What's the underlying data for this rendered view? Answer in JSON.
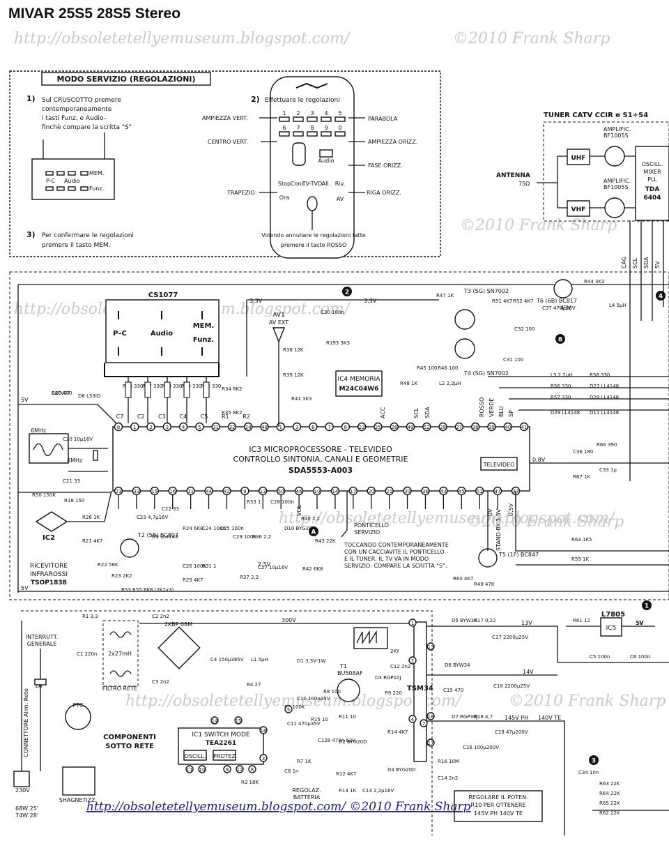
{
  "header": {
    "title": "MIVAR 25S5 28S5 Stereo"
  },
  "watermarks": [
    "http://obsoletetellyemuseum.blogspot.com/",
    "©2010 Frank Sharp"
  ],
  "service_box": {
    "heading": "MODO SERVIZIO (REGOLAZIONI)",
    "step1_num": "1)",
    "step1_lines": [
      "Sul CRUSCOTTO premere",
      "contemporaneamente",
      "i tasti Funz. e Audio–",
      "finchè compare la scritta \"S\""
    ],
    "panel_labels": [
      "P-C",
      "Audio",
      "MEM.",
      "Funz."
    ],
    "step3_num": "3)",
    "step3_lines": [
      "Per confermare le regolazioni",
      "premere il tasto MEM."
    ],
    "step2_num": "2)",
    "step2_text": "Effettuare le regolazioni",
    "left_adjust": [
      "AMPIEZZA VERT.",
      "CENTRO VERT.",
      "TRAPEZIO"
    ],
    "right_adjust": [
      "PARABOLA",
      "AMPIEZZA ORIZZ.",
      "FASE ORIZZ.",
      "RIGA ORIZZ."
    ],
    "remote_keys": [
      "1",
      "2",
      "3",
      "4",
      "5",
      "6",
      "7",
      "8",
      "9",
      "0"
    ],
    "remote_small": [
      "Audio",
      "Stop",
      "Ora",
      "Conc.",
      "TV-TVD",
      "All.",
      "Riv.",
      "AV"
    ],
    "cancel_lines": [
      "Volendo annullare le regolazioni fatte",
      "premere il tasto ROSSO"
    ]
  },
  "tuner": {
    "title": "TUNER CATV CCIR e S1÷S4",
    "antenna": [
      "ANTENNA",
      "75Ω"
    ],
    "bands": [
      "UHF",
      "VHF"
    ],
    "amp": [
      "AMPLIFIC.",
      "BF1005S"
    ],
    "mixer": [
      "OSCILL.",
      "MIXER",
      "PLL",
      "TDA",
      "6404"
    ],
    "pins": [
      "CAG",
      "SCL",
      "SDA",
      "5V"
    ]
  },
  "micro": {
    "ic3_lines": [
      "IC3  MICROPROCESSORE - TELEVIDEO",
      "CONTROLLO SINTONIA, CANALI E GEOMETRIE",
      "SDA5553-A003"
    ],
    "keyboard": {
      "name": "CS1077",
      "keys": [
        "P–C",
        "Audio",
        "MEM.",
        "Funz."
      ]
    },
    "ic4": [
      "IC4  MEMORIA",
      "M24C04W6"
    ],
    "televideo": "TELEVIDEO",
    "rails": [
      "5V",
      "3,3V",
      "3,3V",
      "5V"
    ],
    "ir": [
      "RICEVITORE",
      "INFRAROSSI",
      "TSOP1838"
    ],
    "ic2": "IC2",
    "xtal": [
      "6MHz",
      "6MHz"
    ],
    "av1": [
      "AV1",
      "AV EXT"
    ],
    "ponticello": [
      "PONTICELLO",
      "SERVIZIO"
    ],
    "service_note": [
      "TOCCANDO CONTEMPORANEAMENTE",
      "CON UN CACCIAVITE IL PONTICELLO",
      "E IL TUNER, IL TV VA IN MODO",
      "SERVIZIO: COMPARE LA SCRITTA \"S\"."
    ],
    "transistors": [
      "T3 (SG) SN7002",
      "T4 (SG) SN7002",
      "T5 (1F) BC847",
      "T6 (6B) BC817",
      "T2 (5B) BC807"
    ],
    "signals": [
      "ROSSO",
      "VERDE",
      "BLU",
      "SP",
      "SCL",
      "SDA",
      "ACC",
      "VOL",
      "STAND-BY 3,3V",
      "0V",
      "0,5V"
    ],
    "part_refs": [
      "R20 470",
      "D8 L53ID",
      "R25 330",
      "R27 330",
      "R28 330",
      "R30 330",
      "R32 330",
      "R34 8K2",
      "R35 8K2",
      "R36 12K",
      "R39 12K",
      "R41 3K3",
      "C30 100n",
      "R193 3K3",
      "R47 1K",
      "R51 4K7",
      "R52 4K7",
      "C32 100",
      "C31 100",
      "R45 100",
      "R46 100",
      "R48 1K",
      "L2 2,2μH",
      "L3 2,2μH",
      "R56 330",
      "R57 330",
      "R58 330",
      "D27 LL4148",
      "D28 LL4148",
      "D29 LL4148",
      "D11 LL4148",
      "R66 390",
      "C36 180",
      "C33 1μ",
      "R67 1K",
      "R63 1K5",
      "R59 1K",
      "R60 4K7",
      "R49 47K",
      "R50 150K",
      "R18 150",
      "C20 10μ16V",
      "C21 33",
      "C22 33",
      "C23 4,7μ16V",
      "D9 LL4148",
      "R26 1K",
      "R21 4K7",
      "R22 56K",
      "R23 2K2",
      "R24 6K8",
      "C24 100n",
      "C25 100n",
      "C26 100n",
      "R29 4K7",
      "R31 1",
      "R33 1",
      "C28 100n",
      "C29 100n",
      "R36 2,2",
      "R37 2,2",
      "C27 10μ16V",
      "D10 BYG20D",
      "R40 2,2",
      "R42 6K8",
      "R43 22K",
      "R44 3K3",
      "L4 5μH",
      "C37 470μ16V",
      "R53 R55 6K8 (2K2x3)",
      "EATV87"
    ],
    "pin_labels_top": [
      "C7",
      "C2",
      "C3",
      "C4",
      "C5",
      "R1",
      "R2"
    ],
    "pin_numbers_top": [
      "8",
      "1",
      "2",
      "3",
      "4",
      "5",
      "31",
      "32",
      "24",
      "48",
      "1",
      "3",
      "6",
      "7",
      "8",
      "22",
      "25",
      "26",
      "49",
      "52",
      "28",
      "27",
      "38",
      "39",
      "40",
      "41"
    ],
    "pin_numbers_bottom": [
      "23",
      "33",
      "15",
      "16",
      "11",
      "44",
      "42",
      "9",
      "13",
      "50",
      "46",
      "10",
      "14",
      "17",
      "20",
      "21",
      "30",
      "36",
      "43",
      "45",
      "51",
      "47",
      "37"
    ],
    "voltage_labels": [
      "45V",
      "5V",
      "0,8V",
      "2,5V"
    ]
  },
  "power": {
    "mains": [
      "INTERRUTT.",
      "GENERALE",
      "2A",
      "CONNETTORE Alim. Rete",
      "230V",
      "68W 25'",
      "74W 28'"
    ],
    "filter": [
      "FILTRO RETE",
      "2x27mH"
    ],
    "components_note": [
      "COMPONENTI",
      "SOTTO RETE"
    ],
    "degauss": "SHAGNETIZZ.",
    "ptc": "PTC",
    "bridge": [
      "2KBP 08M"
    ],
    "ic1": [
      "IC1  SWITCH MODE",
      "TEA2261"
    ],
    "ic1_blocks": [
      "OSCILL.",
      "PROTEZ"
    ],
    "regulator": [
      "L7805",
      "IC5"
    ],
    "rails": [
      "300V",
      "13V",
      "14V",
      "145V PH",
      "140V TE",
      "5V"
    ],
    "transformer": "TSM34",
    "transistor": [
      "T1",
      "BU508AF"
    ],
    "adjust_box": [
      "REGOLARE IL POTEN.",
      "R10 PER OTTENERE",
      "145V PH   140V TE"
    ],
    "regolaz": [
      "REGOLAZ.",
      "BATTERIA"
    ],
    "part_refs": [
      "R1 3,3",
      "C1 220n",
      "C2 2n2",
      "C3 2n2",
      "C4 150μ385V",
      "L1 5μH",
      "D1 3,3V-1W",
      "C10 100μ35V",
      "R4 27",
      "R5 100K",
      "R8 100",
      "R9 220",
      "R3 18K",
      "R7 1K",
      "C8 1n",
      "R12 4K7",
      "R13 1K",
      "C13 2,2μ16V",
      "R14 4K7",
      "D4 BYG20D",
      "R16 10M",
      "C14 2n2",
      "D5 BYW34",
      "R17 0,22",
      "C17 2200μ25V",
      "D6 BYW34",
      "C15 470",
      "C18 2200μ25V",
      "D7 RGP30J",
      "R18 4,7",
      "C19 47μ200V",
      "C16 100μ200V",
      "D3 RGP10J",
      "C12 2n2",
      "R11 10",
      "C11 470μ35V",
      "R15 10",
      "C128 470n 63V",
      "D2 BYG20D",
      "R61 12",
      "C5 100n",
      "C6 100n",
      "C34 10n",
      "R63 22K",
      "R64 22K",
      "R65 22K",
      "R62 22K",
      "2KY"
    ],
    "pin_numbers": [
      "1",
      "2",
      "3",
      "4",
      "5",
      "7",
      "11",
      "13",
      "14",
      "16",
      "17",
      "18",
      "9",
      "10",
      "8",
      "12",
      "15"
    ]
  },
  "badges": [
    "2",
    "A",
    "8",
    "4",
    "1",
    "3"
  ],
  "footer": {
    "url": "http://obsoletetellyemuseum.blogspot.com/  ©2010 Frank Sharp"
  }
}
